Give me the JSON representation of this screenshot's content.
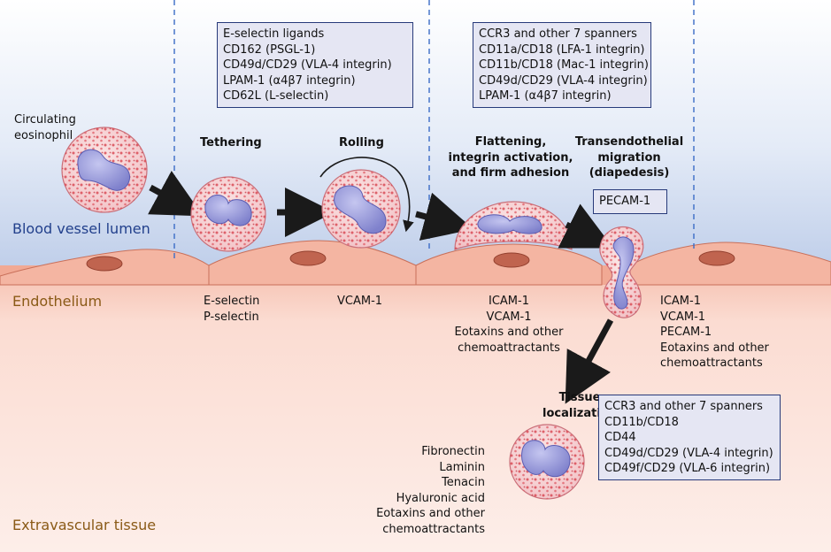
{
  "zones": {
    "lumen": "Blood vessel lumen",
    "endothelium": "Endothelium",
    "tissue": "Extravascular tissue"
  },
  "stages": {
    "circulating": [
      "Circulating",
      "eosinophil"
    ],
    "tethering": "Tethering",
    "rolling": "Rolling",
    "adhesion": [
      "Flattening,",
      "integrin activation,",
      "and firm adhesion"
    ],
    "migration": [
      "Transendothelial",
      "migration",
      "(diapedesis)"
    ],
    "tissue": [
      "Tissue",
      "localization"
    ]
  },
  "ligand_boxes": {
    "tethering": [
      "E-selectin ligands",
      "CD162 (PSGL-1)",
      "CD49d/CD29 (VLA-4 integrin)",
      "LPAM-1 (α4β7 integrin)",
      "CD62L (L-selectin)"
    ],
    "adhesion": [
      "CCR3 and other 7 spanners",
      "CD11a/CD18 (LFA-1 integrin)",
      "CD11b/CD18 (Mac-1 integrin)",
      "CD49d/CD29 (VLA-4 integrin)",
      "LPAM-1 (α4β7 integrin)"
    ],
    "migration": [
      "PECAM-1"
    ],
    "tissue": [
      "CCR3 and other 7 spanners",
      "CD11b/CD18",
      "CD44",
      "CD49d/CD29 (VLA-4 integrin)",
      "CD49f/CD29 (VLA-6 integrin)"
    ]
  },
  "receptors": {
    "tethering": [
      "E-selectin",
      "P-selectin"
    ],
    "rolling": [
      "VCAM-1"
    ],
    "adhesion": [
      "ICAM-1",
      "VCAM-1",
      "Eotaxins and other",
      "chemoattractants"
    ],
    "migration": [
      "ICAM-1",
      "VCAM-1",
      "PECAM-1",
      "Eotaxins and other",
      "chemoattractants"
    ],
    "tissue": [
      "Fibronectin",
      "Laminin",
      "Tenacin",
      "Hyaluronic acid",
      "Eotaxins and other",
      "chemoattractants"
    ]
  },
  "colors": {
    "lumen_band": "#c9d6ee",
    "endothelial_cell": "#f3b8a6",
    "tissue": "#fbe3dc",
    "eosinophil": "#f7d4d6",
    "nucleus": "#8d8fd6",
    "box_fill": "#e5e6f3",
    "box_border": "#273a7a",
    "divider": "#3b6cc6",
    "zone_label_lumen": "#22408c",
    "zone_label_tissue": "#8a5a16"
  }
}
